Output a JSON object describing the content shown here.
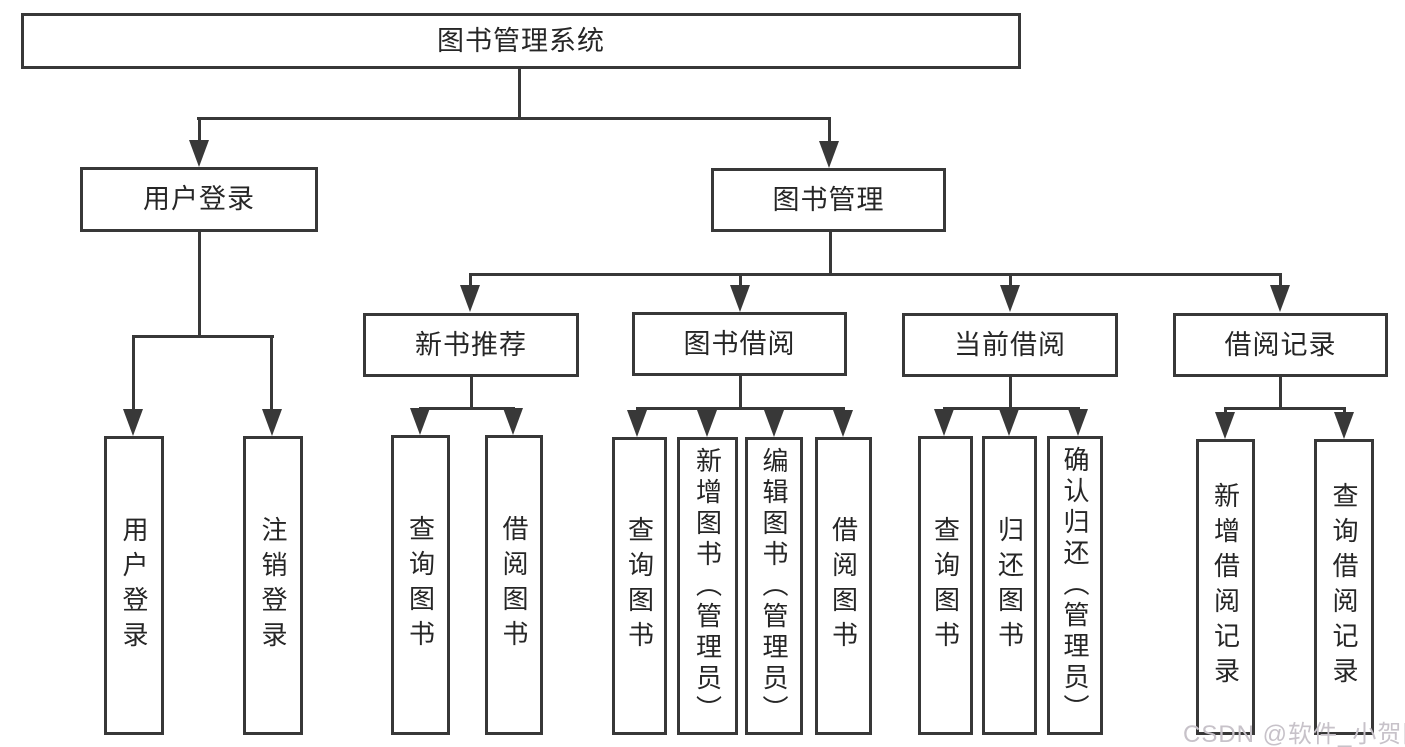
{
  "diagram_title": "图书管理系统",
  "tree": {
    "label": "图书管理系统",
    "children": [
      {
        "label": "用户登录",
        "children": [
          {
            "label": "用户登录"
          },
          {
            "label": "注销登录"
          }
        ]
      },
      {
        "label": "图书管理",
        "children": [
          {
            "label": "新书推荐",
            "children": [
              {
                "label": "查询图书"
              },
              {
                "label": "借阅图书"
              }
            ]
          },
          {
            "label": "图书借阅",
            "children": [
              {
                "label": "查询图书"
              },
              {
                "label": "新增图书（管理员）"
              },
              {
                "label": "编辑图书（管理员）"
              },
              {
                "label": "借阅图书"
              }
            ]
          },
          {
            "label": "当前借阅",
            "children": [
              {
                "label": "查询图书"
              },
              {
                "label": "归还图书"
              },
              {
                "label": "确认归还（管理员）"
              }
            ]
          },
          {
            "label": "借阅记录",
            "children": [
              {
                "label": "新增借阅记录"
              },
              {
                "label": "查询借阅记录"
              }
            ]
          }
        ]
      }
    ]
  },
  "watermark": {
    "text": "CSDN @软件_小贺同学"
  },
  "colors": {
    "line": "#383838",
    "text": "#262626",
    "background": "#ffffff",
    "watermark": "#c7c2c9"
  }
}
